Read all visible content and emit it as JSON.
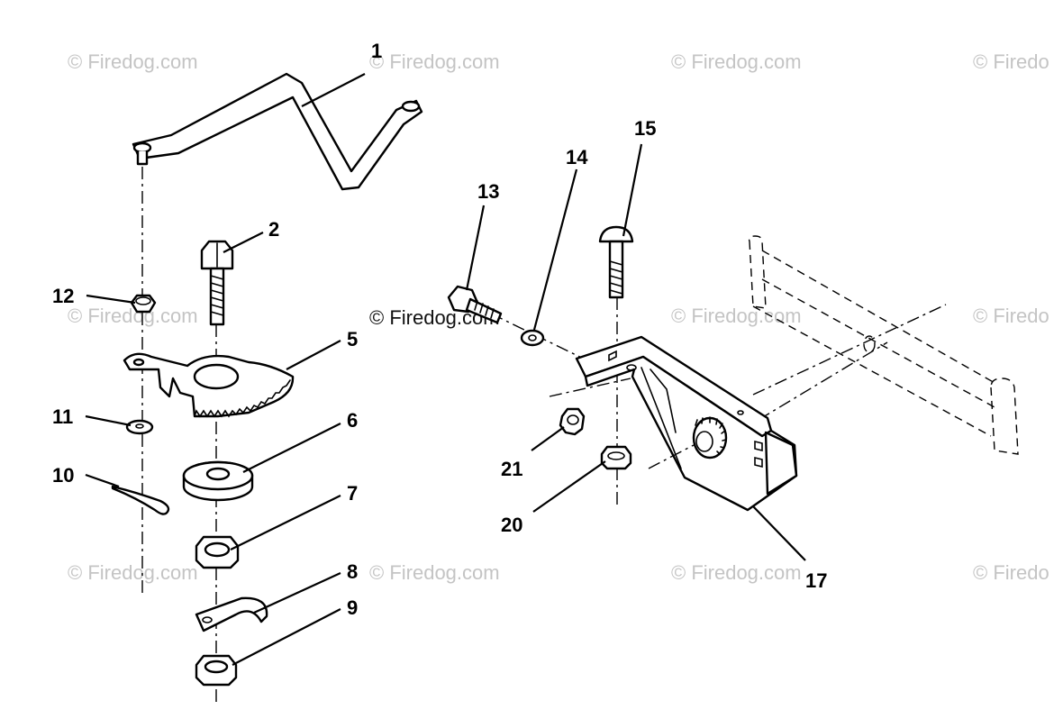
{
  "watermark": "© Firedog.com",
  "watermark_partial": "© Firedo",
  "watermark_center": "© Firedog.com",
  "callouts": {
    "c1": "1",
    "c2": "2",
    "c5": "5",
    "c6": "6",
    "c7": "7",
    "c8": "8",
    "c9": "9",
    "c10": "10",
    "c11": "11",
    "c12": "12",
    "c13": "13",
    "c14": "14",
    "c15": "15",
    "c17": "17",
    "c20": "20",
    "c21": "21"
  }
}
